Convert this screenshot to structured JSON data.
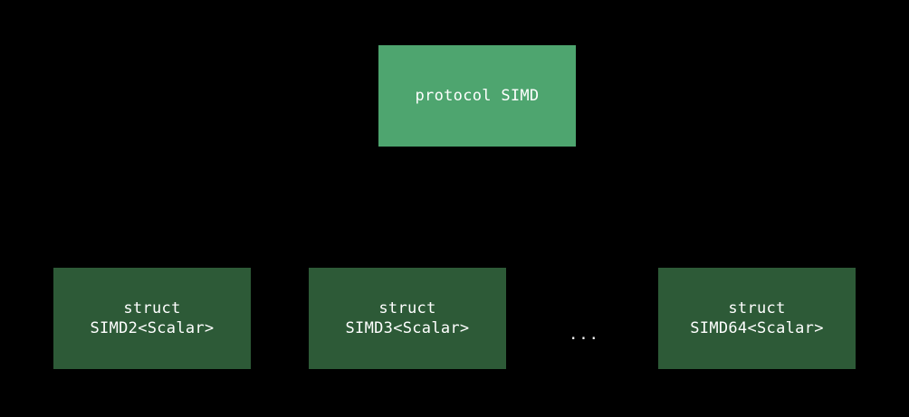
{
  "diagram": {
    "protocol_box": {
      "label": "protocol SIMD",
      "color": "#4ea56f"
    },
    "struct_boxes": [
      {
        "keyword": "struct",
        "name": "SIMD2<Scalar>",
        "color": "#2d5a37"
      },
      {
        "keyword": "struct",
        "name": "SIMD3<Scalar>",
        "color": "#2d5a37"
      },
      {
        "keyword": "struct",
        "name": "SIMD64<Scalar>",
        "color": "#2d5a37"
      }
    ],
    "ellipsis": "...",
    "background_color": "#000000",
    "text_color": "#ffffff"
  }
}
